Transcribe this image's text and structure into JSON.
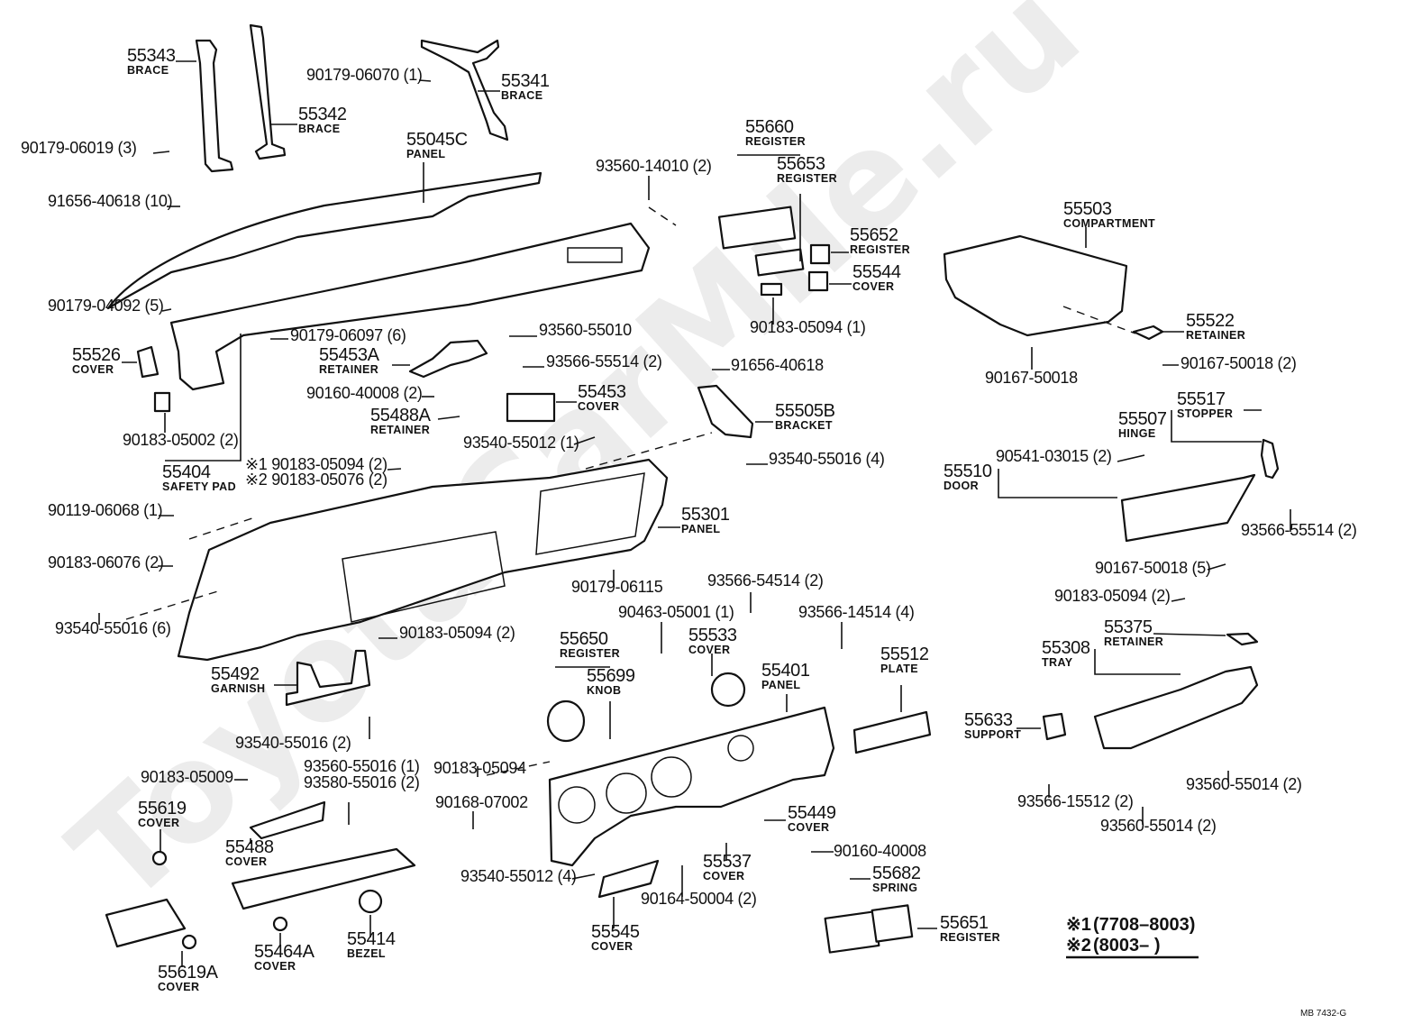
{
  "watermark": "ToyotaCarMile.ru",
  "diagram_code": "MB 7432-G",
  "footnotes": [
    {
      "mark": "※1",
      "range": "(7708–8003)"
    },
    {
      "mark": "※2",
      "range": "(8003–      )"
    }
  ],
  "parts": [
    {
      "id": "55343",
      "name": "BRACE"
    },
    {
      "id": "55342",
      "name": "BRACE"
    },
    {
      "id": "90179-06019 (3)",
      "name": ""
    },
    {
      "id": "91656-40618 (10)",
      "name": ""
    },
    {
      "id": "90179-06070 (1)",
      "name": ""
    },
    {
      "id": "55341",
      "name": "BRACE"
    },
    {
      "id": "55045C",
      "name": "PANEL"
    },
    {
      "id": "93560-14010 (2)",
      "name": ""
    },
    {
      "id": "55660",
      "name": "REGISTER"
    },
    {
      "id": "55653",
      "name": "REGISTER"
    },
    {
      "id": "55652",
      "name": "REGISTER"
    },
    {
      "id": "55544",
      "name": "COVER"
    },
    {
      "id": "90183-05094 (1)",
      "name": ""
    },
    {
      "id": "55503",
      "name": "COMPARTMENT"
    },
    {
      "id": "55522",
      "name": "RETAINER"
    },
    {
      "id": "90167-50018 (2)",
      "name": ""
    },
    {
      "id": "90167-50018",
      "name": ""
    },
    {
      "id": "90179-04092 (5)",
      "name": ""
    },
    {
      "id": "90179-06097 (6)",
      "name": ""
    },
    {
      "id": "55526",
      "name": "COVER"
    },
    {
      "id": "55453A",
      "name": "RETAINER"
    },
    {
      "id": "93560-55010",
      "name": ""
    },
    {
      "id": "93566-55514 (2)",
      "name": ""
    },
    {
      "id": "90160-40008 (2)",
      "name": ""
    },
    {
      "id": "55488A",
      "name": "RETAINER"
    },
    {
      "id": "55453",
      "name": "COVER"
    },
    {
      "id": "91656-40618",
      "name": ""
    },
    {
      "id": "55505B",
      "name": "BRACKET"
    },
    {
      "id": "93540-55012 (1)",
      "name": ""
    },
    {
      "id": "93540-55016 (4)",
      "name": ""
    },
    {
      "id": "90183-05002 (2)",
      "name": ""
    },
    {
      "id": "55404",
      "name": "SAFETY PAD"
    },
    {
      "id": "※1 90183-05094 (2)",
      "name": ""
    },
    {
      "id": "※2 90183-05076 (2)",
      "name": ""
    },
    {
      "id": "55517",
      "name": "STOPPER"
    },
    {
      "id": "55507",
      "name": "HINGE"
    },
    {
      "id": "90541-03015 (2)",
      "name": ""
    },
    {
      "id": "55510",
      "name": "DOOR"
    },
    {
      "id": "93566-55514 (2)",
      "name": ""
    },
    {
      "id": "90167-50018 (5)",
      "name": ""
    },
    {
      "id": "90183-05094 (2)",
      "name": ""
    },
    {
      "id": "90119-06068 (1)",
      "name": ""
    },
    {
      "id": "90183-06076 (2)",
      "name": ""
    },
    {
      "id": "55301",
      "name": "PANEL"
    },
    {
      "id": "90179-06115",
      "name": ""
    },
    {
      "id": "93540-55016 (6)",
      "name": ""
    },
    {
      "id": "90183-05094 (2)",
      "name": ""
    },
    {
      "id": "55492",
      "name": "GARNISH"
    },
    {
      "id": "93540-55016 (2)",
      "name": ""
    },
    {
      "id": "93566-54514 (2)",
      "name": ""
    },
    {
      "id": "90463-05001 (1)",
      "name": ""
    },
    {
      "id": "93566-14514 (4)",
      "name": ""
    },
    {
      "id": "55650",
      "name": "REGISTER"
    },
    {
      "id": "55699",
      "name": "KNOB"
    },
    {
      "id": "55533",
      "name": "COVER"
    },
    {
      "id": "55401",
      "name": "PANEL"
    },
    {
      "id": "55512",
      "name": "PLATE"
    },
    {
      "id": "55375",
      "name": "RETAINER"
    },
    {
      "id": "55308",
      "name": "TRAY"
    },
    {
      "id": "55633",
      "name": "SUPPORT"
    },
    {
      "id": "93566-15512 (2)",
      "name": ""
    },
    {
      "id": "93560-55014 (2)",
      "name": ""
    },
    {
      "id": "93560-55014 (2)",
      "name": ""
    },
    {
      "id": "90183-05094",
      "name": ""
    },
    {
      "id": "90183-05009",
      "name": ""
    },
    {
      "id": "93560-55016 (1)",
      "name": ""
    },
    {
      "id": "93580-55016 (2)",
      "name": ""
    },
    {
      "id": "90168-07002",
      "name": ""
    },
    {
      "id": "55619",
      "name": "COVER"
    },
    {
      "id": "55488",
      "name": "COVER"
    },
    {
      "id": "55449",
      "name": "COVER"
    },
    {
      "id": "93540-55012 (4)",
      "name": ""
    },
    {
      "id": "55537",
      "name": "COVER"
    },
    {
      "id": "90160-40008",
      "name": ""
    },
    {
      "id": "55682",
      "name": "SPRING"
    },
    {
      "id": "90164-50004 (2)",
      "name": ""
    },
    {
      "id": "55651",
      "name": "REGISTER"
    },
    {
      "id": "55545",
      "name": "COVER"
    },
    {
      "id": "55464A",
      "name": "COVER"
    },
    {
      "id": "55414",
      "name": "BEZEL"
    },
    {
      "id": "55619A",
      "name": "COVER"
    }
  ]
}
